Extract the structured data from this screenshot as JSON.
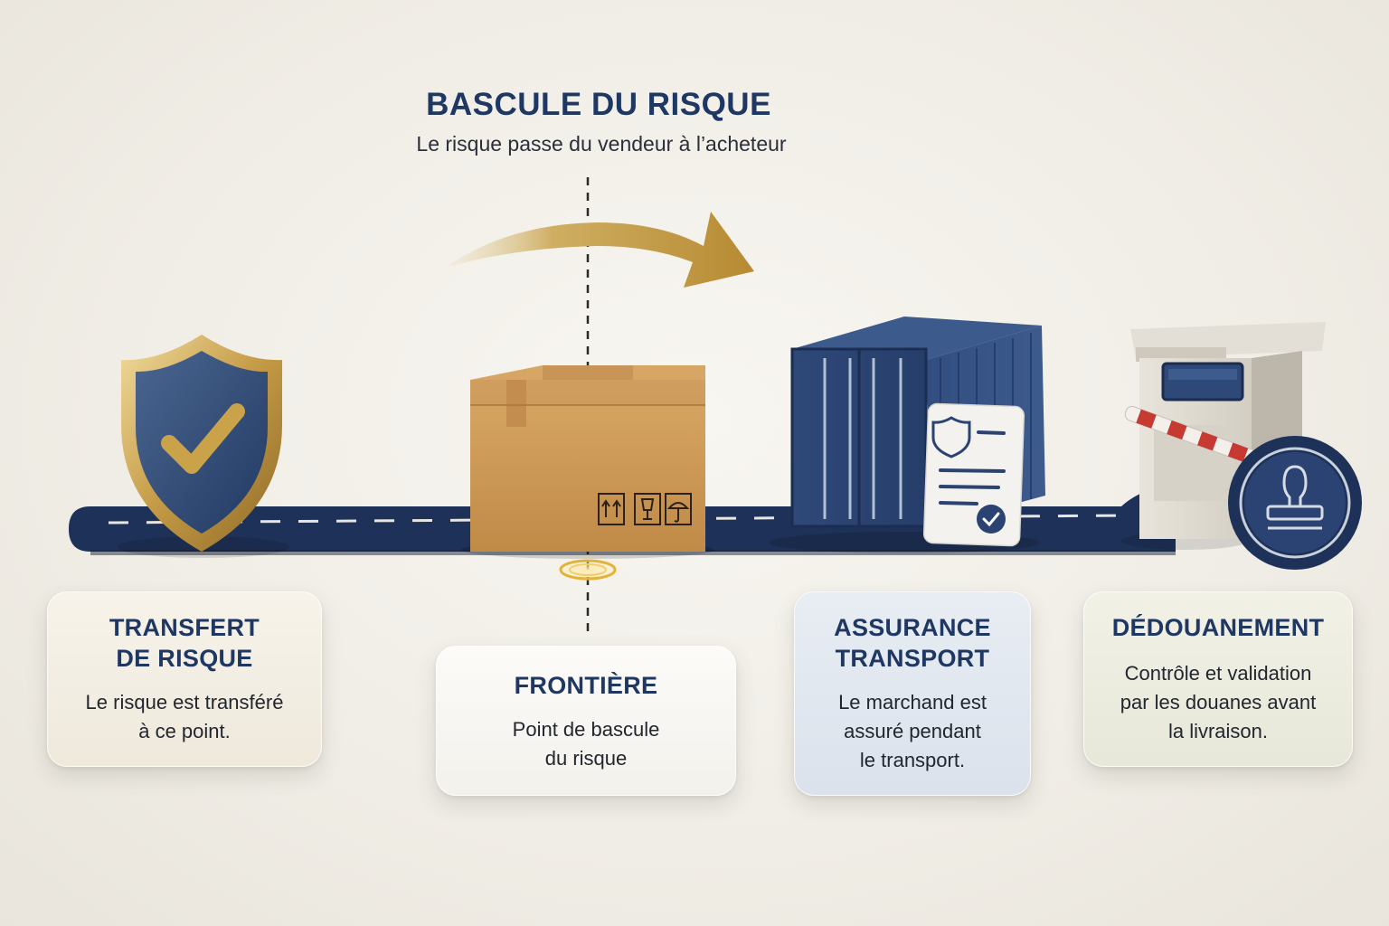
{
  "header": {
    "title": "BASCULE DU RISQUE",
    "subtitle": "Le risque passe du vendeur à l’acheteur"
  },
  "steps": [
    {
      "title_line1": "TRANSFERT",
      "title_line2": "DE RISQUE",
      "text_line1": "Le risque est transféré",
      "text_line2": "à ce point.",
      "text_line3": ""
    },
    {
      "title_line1": "FRONTIÈRE",
      "title_line2": "",
      "text_line1": "Point de bascule",
      "text_line2": "du risque",
      "text_line3": ""
    },
    {
      "title_line1": "ASSURANCE",
      "title_line2": "TRANSPORT",
      "text_line1": "Le marchand est",
      "text_line2": "assuré pendant",
      "text_line3": "le transport."
    },
    {
      "title_line1": "DÉDOUANEMENT",
      "title_line2": "",
      "text_line1": "Contrôle et validation",
      "text_line2": "par les douanes avant",
      "text_line3": "la livraison."
    }
  ],
  "icons": {
    "shield": "shield-check-icon",
    "box": "cardboard-box-icon",
    "container": "shipping-container-icon",
    "document": "insurance-document-icon",
    "customs": "customs-booth-icon",
    "stamp": "stamp-icon",
    "arrow": "curved-arrow-icon"
  },
  "colors": {
    "navy": "#1f3763",
    "gold": "#c9a24a",
    "cardboard": "#d09f5e",
    "container": "#2d4676"
  }
}
